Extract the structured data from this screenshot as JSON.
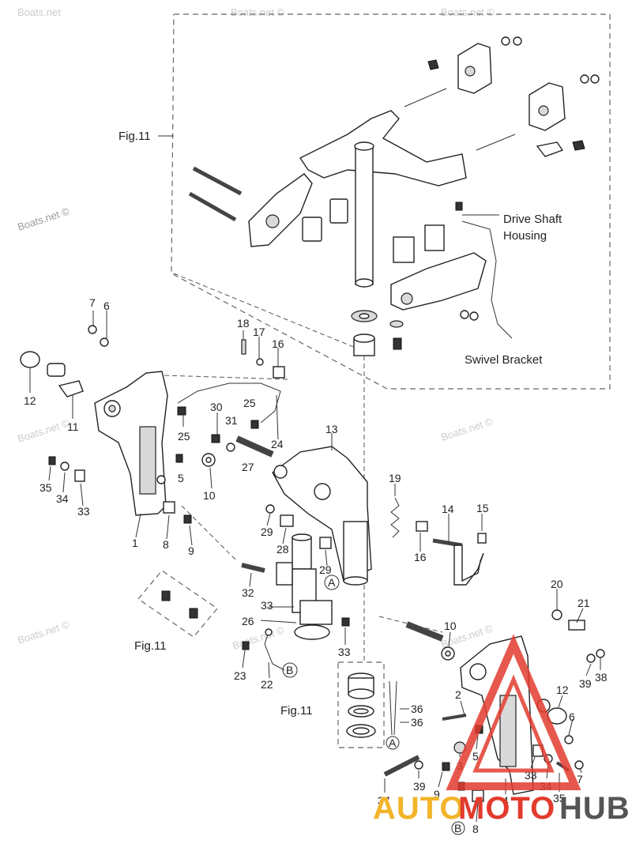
{
  "watermarks": {
    "top_left": "Boats.net",
    "top_mid": "Boats.net ©",
    "top_right": "Boats.net ©",
    "left": "Boats.net ©",
    "mid_left": "Boats.net ©",
    "mid_right": "Boats.net ©",
    "lower_left": "Boats.net ©",
    "lower_mid": "Boats.net ©",
    "lower_right": "Boats.net ©"
  },
  "callouts": {
    "fig11_top": "Fig.11",
    "drive_shaft_1": "Drive Shaft",
    "drive_shaft_2": "Housing",
    "swivel_bracket": "Swivel Bracket",
    "fig11_left": "Fig.11",
    "fig11_bottom": "Fig.11",
    "circle_a": "A",
    "circle_b": "B"
  },
  "part_numbers": {
    "n7a": "7",
    "n6a": "6",
    "n12a": "12",
    "n11": "11",
    "n18": "18",
    "n17": "17",
    "n16a": "16",
    "n30": "30",
    "n25a": "25",
    "n25b": "25",
    "n31": "31",
    "n24": "24",
    "n27": "27",
    "n13": "13",
    "n35a": "35",
    "n34a": "34",
    "n33a": "33",
    "n5a": "5",
    "n10a": "10",
    "n1": "1",
    "n8a": "8",
    "n9a": "9",
    "n19": "19",
    "n14": "14",
    "n15": "15",
    "n16b": "16",
    "n29a": "29",
    "n28": "28",
    "n29b": "29",
    "n32": "32",
    "n26": "26",
    "n33b": "33",
    "n33c": "33",
    "n23": "23",
    "n22": "22",
    "n20": "20",
    "n21": "21",
    "n10b": "10",
    "n39a": "39",
    "n38": "38",
    "n2": "2",
    "n12b": "12",
    "n6b": "6",
    "n36a": "36",
    "n36b": "36",
    "n3": "3",
    "n5b": "5",
    "n4": "4",
    "n33d": "33",
    "n34b": "34",
    "n35b": "35",
    "n7b": "7",
    "n37": "37",
    "n39b": "39",
    "n9b": "9",
    "n8b": "8"
  },
  "logo": {
    "part1": "AUTO",
    "part2": "MOTO",
    "part3": "HUB"
  },
  "colors": {
    "logo_yellow": "#f2b42a",
    "logo_red": "#e23b2e",
    "logo_grey": "#555555"
  }
}
